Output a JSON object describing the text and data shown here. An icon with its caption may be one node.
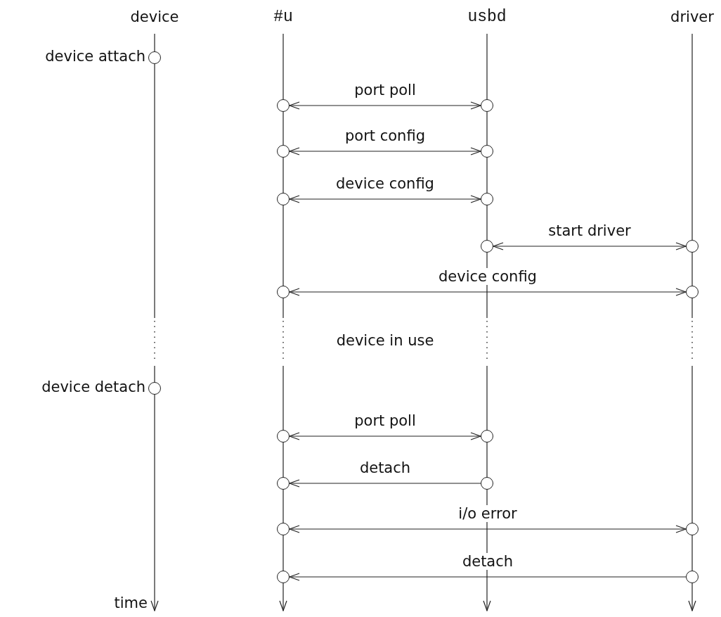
{
  "diagram": {
    "nodes": [
      {
        "text": [],
        "shape": "circle",
        "beside": [
          "device attach"
        ]
      },
      {
        "text": [],
        "shape": "circle"
      },
      {
        "text": [],
        "shape": "circle"
      },
      {
        "text": [],
        "shape": "circle"
      },
      {
        "text": [],
        "shape": "circle"
      },
      {
        "text": [],
        "shape": "circle"
      },
      {
        "text": [],
        "shape": "circle"
      },
      {
        "text": [],
        "shape": "circle"
      },
      {
        "text": [],
        "shape": "circle"
      },
      {
        "text": [],
        "shape": "circle"
      },
      {
        "text": [],
        "shape": "circle"
      },
      {
        "text": [],
        "shape": "circle",
        "beside": [
          "device detach"
        ]
      },
      {
        "text": [],
        "shape": "circle"
      },
      {
        "text": [],
        "shape": "circle"
      },
      {
        "text": [],
        "shape": "circle"
      },
      {
        "text": [],
        "shape": "circle"
      },
      {
        "text": [],
        "shape": "circle"
      },
      {
        "text": [],
        "shape": "circle"
      },
      {
        "text": [],
        "shape": "circle"
      },
      {
        "text": [],
        "shape": "circle"
      }
    ],
    "edges": [
      {
        "from": 1,
        "to": 2,
        "arrow": "both",
        "label": "port poll"
      },
      {
        "from": 3,
        "to": 4,
        "arrow": "both",
        "label": "port config"
      },
      {
        "from": 5,
        "to": 6,
        "arrow": "both",
        "label": "device config"
      },
      {
        "from": 7,
        "to": 8,
        "arrow": "both",
        "label": "start driver"
      },
      {
        "from": 9,
        "to": 10,
        "arrow": "both",
        "label": "device config"
      },
      {
        "from": 12,
        "to": 13,
        "arrow": "both",
        "label": "port poll"
      },
      {
        "from": 15,
        "to": 14,
        "arrow": "to",
        "label": "detach"
      },
      {
        "from": 16,
        "to": 17,
        "arrow": "both",
        "label": "i/o error"
      },
      {
        "from": 19,
        "to": 18,
        "arrow": "to",
        "label": "detach"
      }
    ],
    "labels": [
      "device",
      "#u",
      "usbd",
      "driver",
      "device in use",
      "time"
    ]
  }
}
